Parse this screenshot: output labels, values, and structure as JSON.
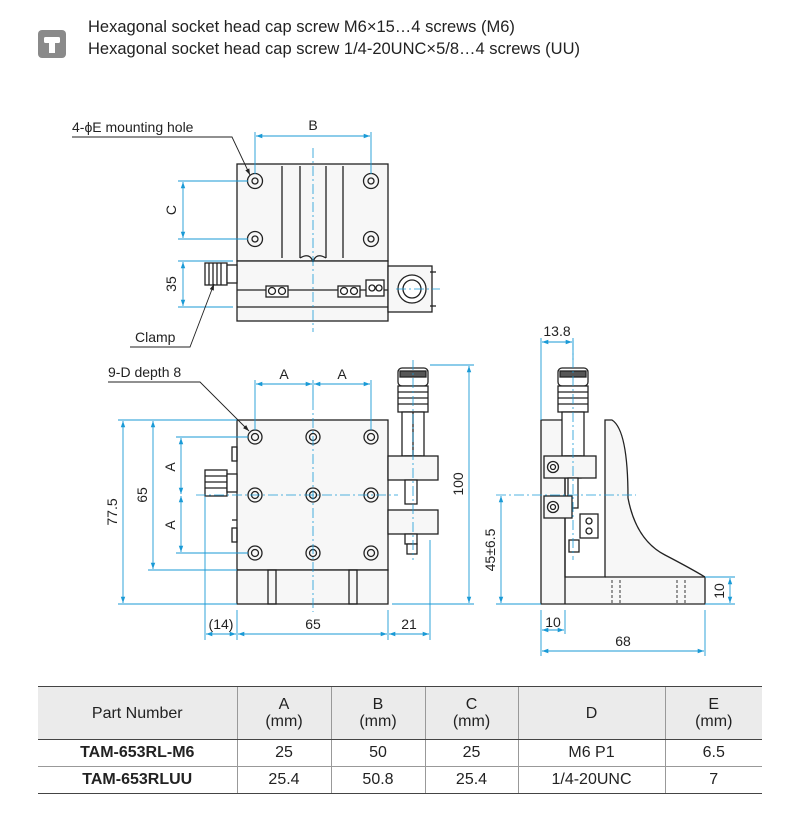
{
  "note": {
    "icon": "screw-icon",
    "line1": "Hexagonal socket head cap screw M6×15…4 screws (M6)",
    "line2": "Hexagonal socket head cap screw 1/4-20UNC×5/8…4 screws (UU)"
  },
  "callouts": {
    "mounting_hole": "4-ϕE  mounting hole",
    "clamp": "Clamp",
    "depth_holes": "9-D depth 8"
  },
  "dimensions": {
    "b_top": "B",
    "c_top": "C",
    "h35": "35",
    "a1": "A",
    "a2": "A",
    "a_left1": "A",
    "a_left2": "A",
    "h77": "77.5",
    "h65": "65",
    "h100": "100",
    "b14": "(14)",
    "b65": "65",
    "b21": "21",
    "s13": "13.8",
    "s45": "45±6.5",
    "s10r": "10",
    "s10b": "10",
    "s68": "68"
  },
  "table": {
    "headers": [
      {
        "main": "Part Number",
        "unit": ""
      },
      {
        "main": "A",
        "unit": "(mm)"
      },
      {
        "main": "B",
        "unit": "(mm)"
      },
      {
        "main": "C",
        "unit": "(mm)"
      },
      {
        "main": "D",
        "unit": ""
      },
      {
        "main": "E",
        "unit": "(mm)"
      }
    ],
    "rows": [
      [
        "TAM-653RL-M6",
        "25",
        "50",
        "25",
        "M6 P1",
        "6.5"
      ],
      [
        "TAM-653RLUU",
        "25.4",
        "50.8",
        "25.4",
        "1/4-20UNC",
        "7"
      ]
    ]
  },
  "colors": {
    "dimension_line": "#1a9ad6",
    "outline": "#222222",
    "header_fill": "#ebebeb",
    "part_fill": "#f7f7f7"
  }
}
